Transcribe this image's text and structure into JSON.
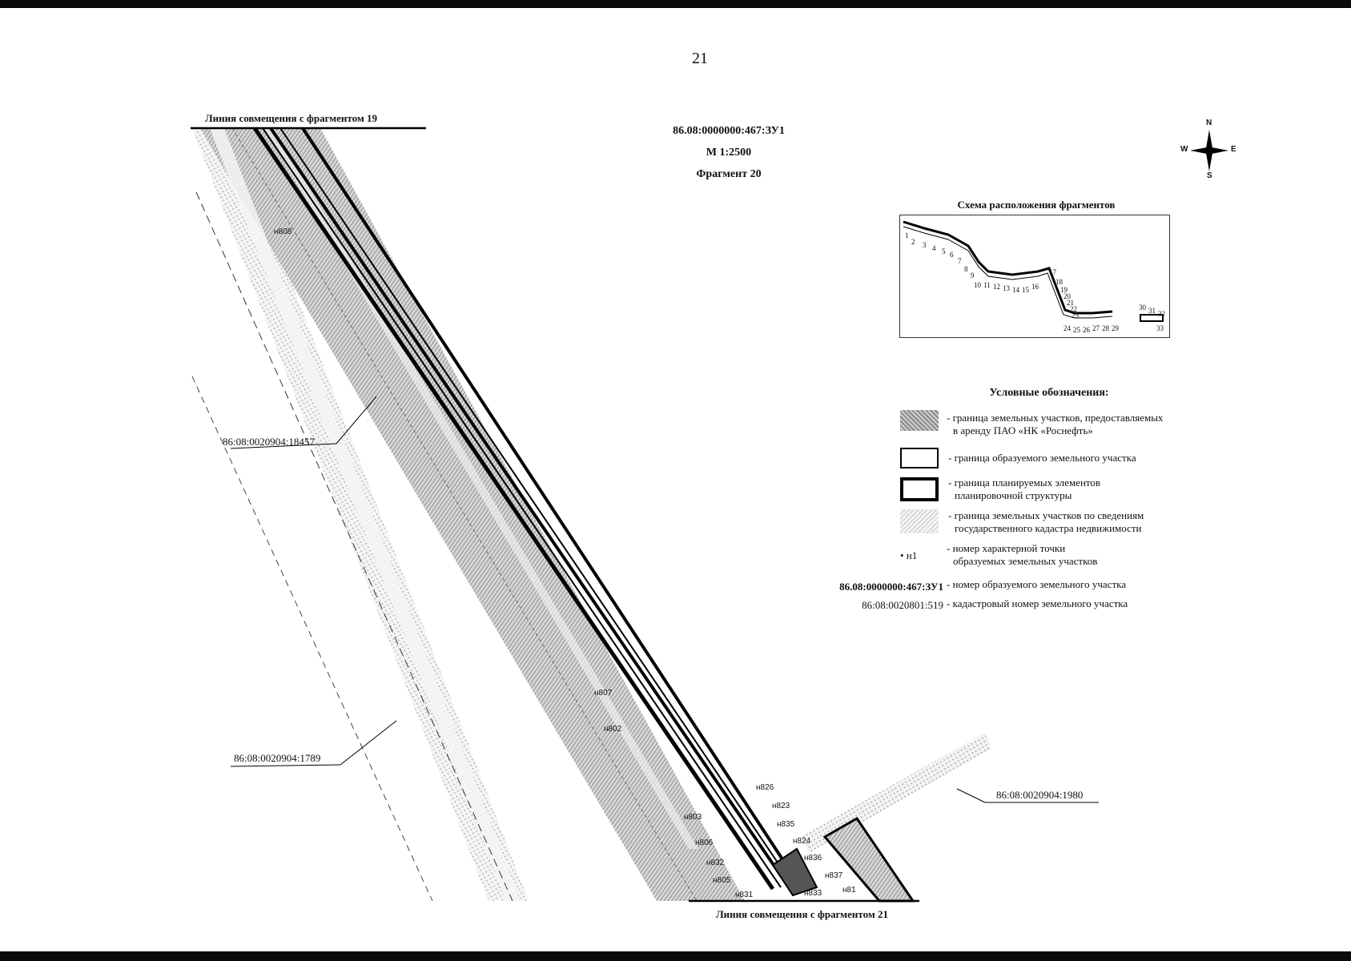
{
  "page_number": "21",
  "map": {
    "top_join_label": "Линия совмещения с фрагментом 19",
    "bottom_join_label": "Линия совмещения с фрагментом 21",
    "parcel_id": "86.08:0000000:467:ЗУ1",
    "scale": "М 1:2500",
    "fragment": "Фрагмент 20",
    "cadastral_labels": [
      "86:08:0020904:18457",
      "86:08:0020904:1789",
      "86:08:0020904:1980"
    ],
    "point_labels": [
      "н808",
      "н807",
      "н802",
      "н826",
      "н823",
      "н835",
      "н803",
      "н824",
      "н806",
      "н836",
      "н832",
      "н837",
      "н805",
      "н81",
      "н833",
      "н831"
    ]
  },
  "compass": {
    "n": "N",
    "s": "S",
    "e": "E",
    "w": "W"
  },
  "scheme": {
    "title": "Схема расположения фрагментов",
    "numbers": [
      "1",
      "2",
      "3",
      "4",
      "5",
      "6",
      "7",
      "8",
      "9",
      "10",
      "11",
      "12",
      "13",
      "14",
      "15",
      "16",
      "17",
      "18",
      "19",
      "20",
      "21",
      "22",
      "23",
      "24",
      "25",
      "26",
      "27",
      "28",
      "29",
      "30",
      "31",
      "32",
      "33"
    ]
  },
  "legend": {
    "title": "Условные обозначения:",
    "items": [
      {
        "symbol": "hatched-fill",
        "text1": "- граница земельных участков, предоставляемых",
        "text2": "в аренду ПАО «НК «Роснефть»"
      },
      {
        "symbol": "thin-box",
        "text1": "- граница образуемого земельного участка",
        "text2": ""
      },
      {
        "symbol": "thick-box",
        "text1": "- граница планируемых элементов",
        "text2": "планировочной структуры"
      },
      {
        "symbol": "dotted-fill",
        "text1": "- граница земельных участков по сведениям",
        "text2": "государственного кадастра недвижимости"
      },
      {
        "symbol": "point",
        "text1": "- номер характерной точки",
        "text2": "образуемых земельных участков"
      }
    ],
    "marker_text": "• н1",
    "code_items": [
      {
        "code": "86.08:0000000:467:ЗУ1",
        "text": "- номер образуемого земельного участка"
      },
      {
        "code": "86:08:0020801:519",
        "text": "- кадастровый номер земельного участка"
      }
    ]
  }
}
